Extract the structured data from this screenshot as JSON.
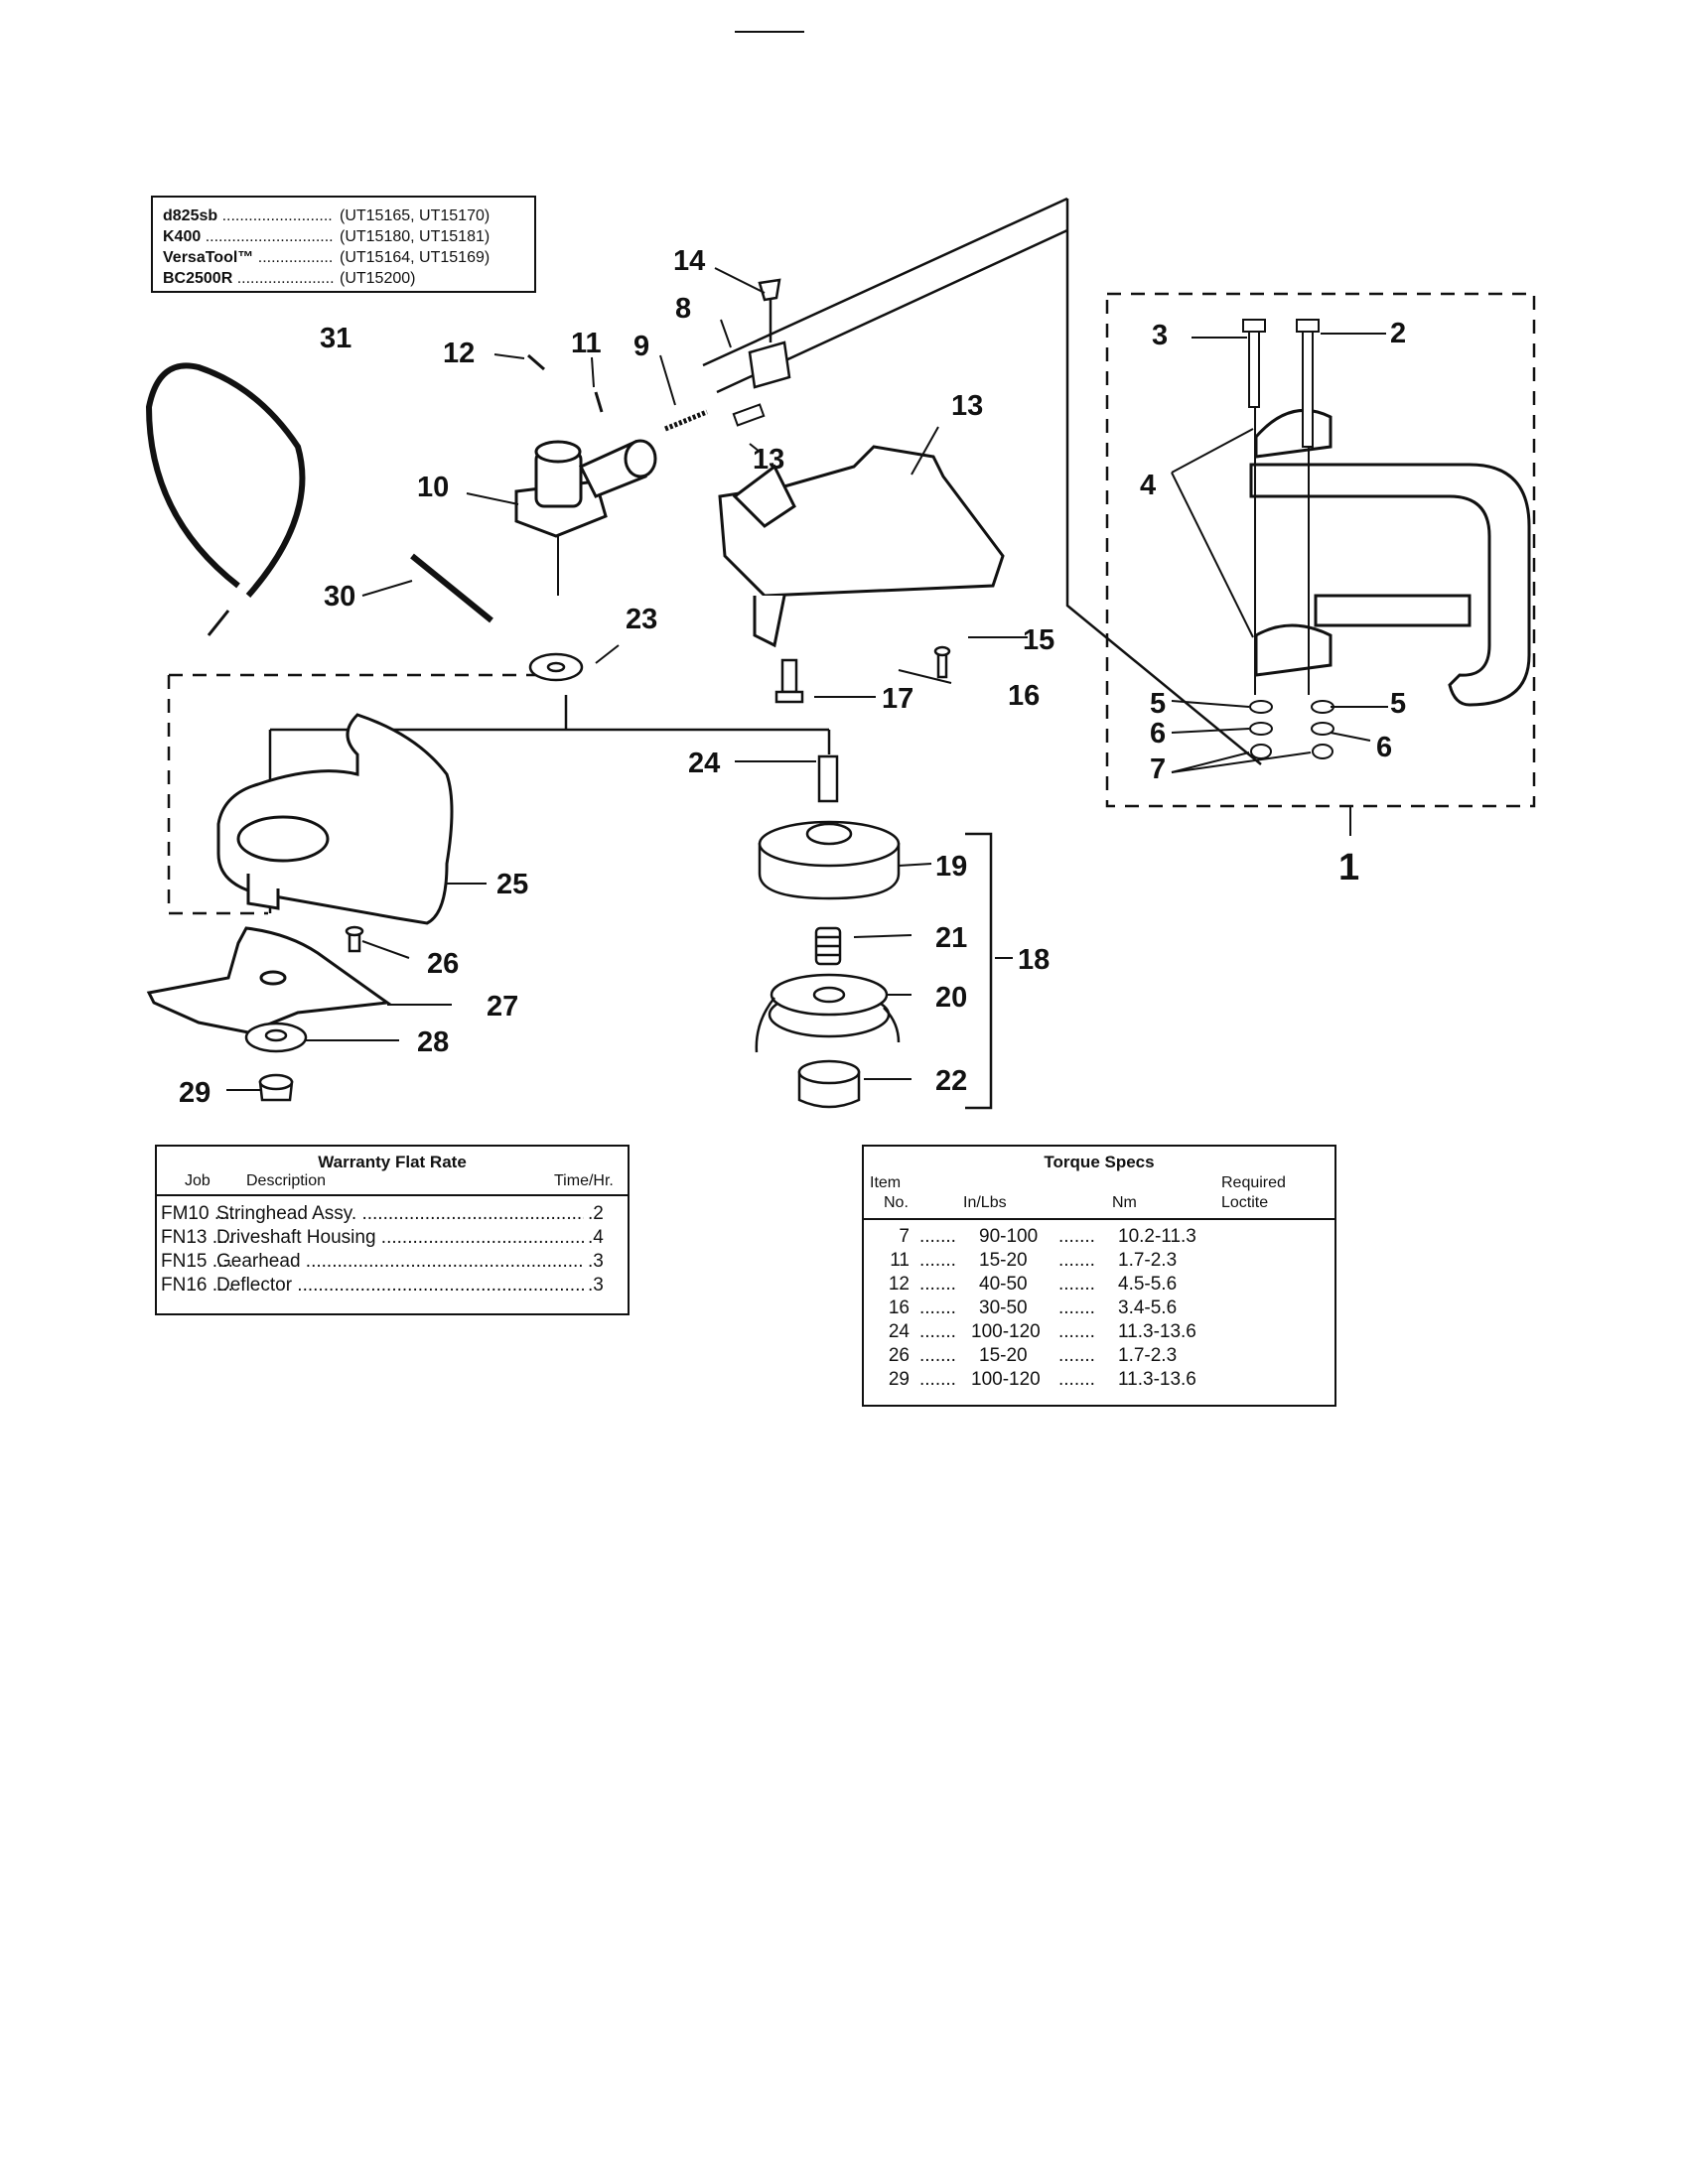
{
  "model_table": {
    "rows": [
      {
        "model": "d825sb",
        "codes": "(UT15165, UT15170)"
      },
      {
        "model": "K400",
        "codes": "(UT15180, UT15181)"
      },
      {
        "model": "VersaTool™",
        "codes": "(UT15164, UT15169)"
      },
      {
        "model": "BC2500R",
        "codes": "(UT15200)"
      }
    ]
  },
  "callouts": {
    "c1": "1",
    "c2": "2",
    "c3": "3",
    "c4": "4",
    "c5a": "5",
    "c5b": "5",
    "c6a": "6",
    "c6b": "6",
    "c7": "7",
    "c8": "8",
    "c9": "9",
    "c10": "10",
    "c11": "11",
    "c12": "12",
    "c13a": "13",
    "c13b": "13",
    "c14": "14",
    "c15": "15",
    "c16": "16",
    "c17": "17",
    "c18": "18",
    "c19": "19",
    "c20": "20",
    "c21": "21",
    "c22": "22",
    "c23": "23",
    "c24": "24",
    "c25": "25",
    "c26": "26",
    "c27": "27",
    "c28": "28",
    "c29": "29",
    "c30": "30",
    "c31": "31"
  },
  "warranty": {
    "title": "Warranty Flat Rate",
    "col_job": "Job",
    "col_desc": "Description",
    "col_time": "Time/Hr.",
    "rows": [
      {
        "job": "FM10 ....",
        "desc": "Stringhead Assy.",
        "rate": ".2"
      },
      {
        "job": "FN13 ....",
        "desc": "Driveshaft Housing",
        "rate": ".4"
      },
      {
        "job": "FN15 ....",
        "desc": "Gearhead",
        "rate": ".3"
      },
      {
        "job": "FN16 ....",
        "desc": "Deflector",
        "rate": ".3"
      }
    ]
  },
  "torque": {
    "title": "Torque Specs",
    "col_item_1": "Item",
    "col_item_2": "No.",
    "col_inlbs": "In/Lbs",
    "col_nm": "Nm",
    "col_loctite_1": "Required",
    "col_loctite_2": "Loctite",
    "rows": [
      {
        "item": "7",
        "inlbs": "90-100",
        "nm": "10.2-11.3"
      },
      {
        "item": "11",
        "inlbs": "15-20",
        "nm": "1.7-2.3"
      },
      {
        "item": "12",
        "inlbs": "40-50",
        "nm": "4.5-5.6"
      },
      {
        "item": "16",
        "inlbs": "30-50",
        "nm": "3.4-5.6"
      },
      {
        "item": "24",
        "inlbs": "100-120",
        "nm": "11.3-13.6"
      },
      {
        "item": "26",
        "inlbs": "15-20",
        "nm": "1.7-2.3"
      },
      {
        "item": "29",
        "inlbs": "100-120",
        "nm": "11.3-13.6"
      }
    ]
  }
}
